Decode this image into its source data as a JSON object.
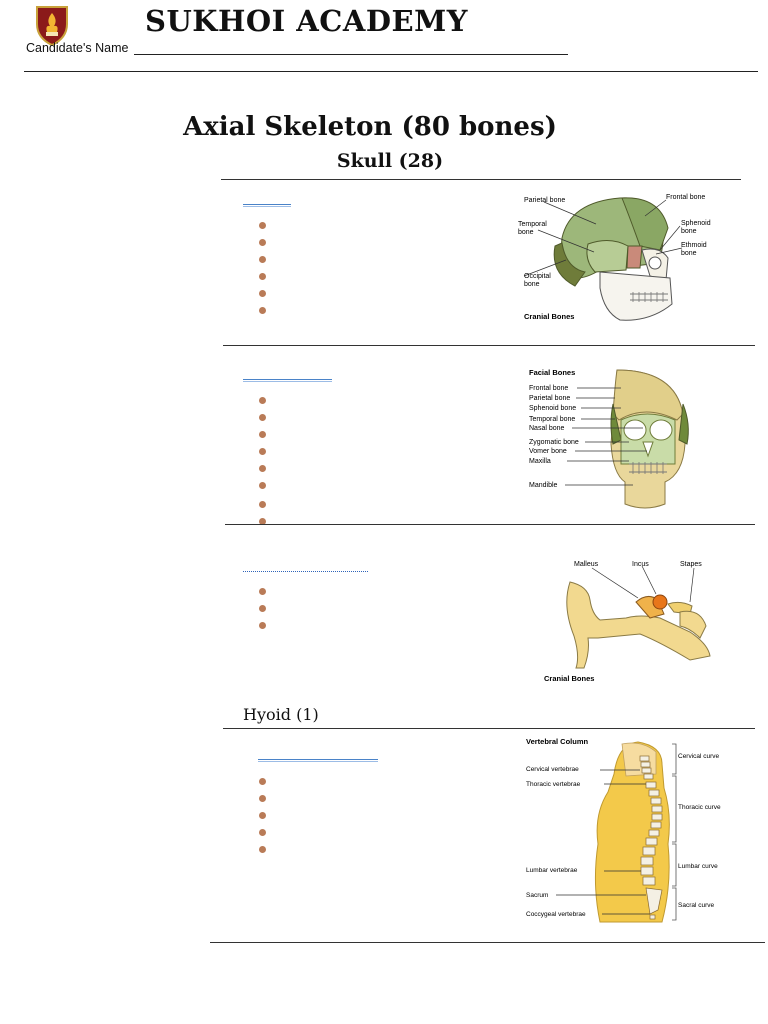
{
  "header": {
    "brand": "SUKHOI ACADEMY",
    "candidate_label": "Candidate's Name"
  },
  "title": "Axial Skeleton (80 bones)",
  "subtitle": "Skull (28)",
  "sections": {
    "cranial": {
      "bullet_count": 6,
      "figure": {
        "labels": [
          "Parietal bone",
          "Frontal bone",
          "Temporal",
          "bone",
          "Sphenoid",
          "bone",
          "Ethmoid",
          "bone",
          "Occipital",
          "bone"
        ],
        "caption": "Cranial Bones"
      }
    },
    "facial": {
      "bullet_count": 8,
      "figure": {
        "heading": "Facial Bones",
        "labels": [
          "Frontal bone",
          "Parietal bone",
          "Sphenoid bone",
          "Temporal bone",
          "Nasal bone",
          "Zygomatic bone",
          "Vomer bone",
          "Maxilla",
          "Mandible"
        ]
      }
    },
    "ossicles": {
      "bullet_count": 3,
      "figure": {
        "labels": [
          "Malleus",
          "Incus",
          "Stapes"
        ],
        "caption": "Cranial Bones"
      }
    },
    "hyoid": {
      "label": "Hyoid (1)"
    },
    "vertebral": {
      "bullet_count": 5,
      "figure": {
        "heading": "Vertebral Column",
        "left_labels": [
          "Cervical vertebrae",
          "Thoracic vertebrae",
          "Lumbar vertebrae",
          "Sacrum",
          "Coccygeal vertebrae"
        ],
        "right_labels": [
          "Cervical curve",
          "Thoracic curve",
          "Lumbar curve",
          "Sacral curve"
        ]
      }
    }
  },
  "colors": {
    "bullet": "#b97b57",
    "underline": "#4a83c8",
    "bone_green": "#9db77a",
    "bone_dark": "#6f7c3a",
    "bone_pink": "#c98a7a",
    "bone_tan": "#e9d79b",
    "ossicle_orange": "#e8761a",
    "spine_yellow": "#f3c94a"
  }
}
